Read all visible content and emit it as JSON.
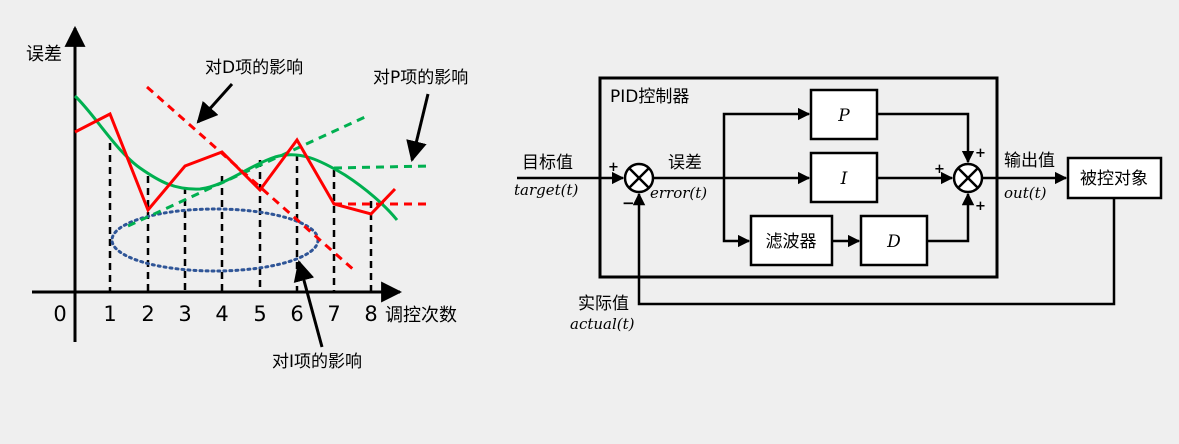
{
  "left_chart": {
    "y_axis_label": "误差",
    "x_axis_label": "调控次数",
    "tick_labels": [
      "0",
      "1",
      "2",
      "3",
      "4",
      "5",
      "6",
      "7",
      "8"
    ],
    "annotations": {
      "d_effect": "对D项的影响",
      "p_effect": "对P项的影响",
      "i_effect": "对I项的影响"
    },
    "colors": {
      "error_line": "#ff0000",
      "smoothed_curve": "#00b050",
      "d_trend": "#ff0000",
      "p_trend": "#00b050",
      "i_ellipse": "#2f5597"
    }
  },
  "chart_data": {
    "type": "line",
    "xlabel": "调控次数",
    "ylabel": "误差",
    "categories": [
      0,
      1,
      2,
      3,
      4,
      5,
      6,
      7,
      8
    ],
    "grid": false,
    "series": [
      {
        "x": [
          0,
          1,
          2,
          3,
          4,
          5,
          6,
          7,
          8,
          8.6
        ],
        "values": [
          4.1,
          3.9,
          2.0,
          2.8,
          3.1,
          2.5,
          3.4,
          2.05,
          1.85,
          2.25
        ]
      },
      {
        "x": [
          0,
          1,
          2,
          3,
          4,
          5,
          6,
          7,
          8
        ],
        "values": [
          4.5,
          3.6,
          2.7,
          2.4,
          2.6,
          3.0,
          3.1,
          2.8,
          2.1
        ]
      }
    ]
  },
  "pid_diagram": {
    "controller_title": "PID控制器",
    "blocks": {
      "p": "P",
      "i": "I",
      "d": "D",
      "filter": "滤波器",
      "plant": "被控对象"
    },
    "signals": {
      "target_cn": "目标值",
      "target_en": "target(t)",
      "error_cn": "误差",
      "error_en": "error(t)",
      "output_cn": "输出值",
      "output_en": "out(t)",
      "actual_cn": "实际值",
      "actual_en": "actual(t)"
    },
    "sum1_signs": {
      "target": "+",
      "feedback": "−"
    },
    "sum2_signs": {
      "p": "+",
      "i": "+",
      "d": "+"
    }
  }
}
